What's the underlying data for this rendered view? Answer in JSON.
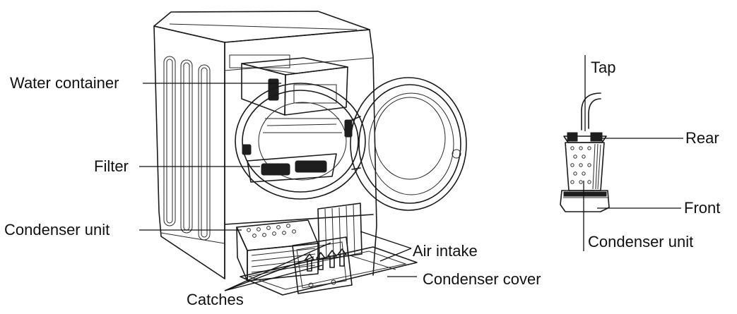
{
  "dryer_labels": {
    "water_container": "Water container",
    "filter": "Filter",
    "condenser_unit": "Condenser unit",
    "air_intake": "Air intake",
    "condenser_cover": "Condenser cover",
    "catches": "Catches"
  },
  "unit_labels": {
    "tap": "Tap",
    "rear": "Rear",
    "front": "Front",
    "condenser_unit": "Condenser unit"
  },
  "colors": {
    "line": "#111111",
    "background": "#ffffff"
  }
}
